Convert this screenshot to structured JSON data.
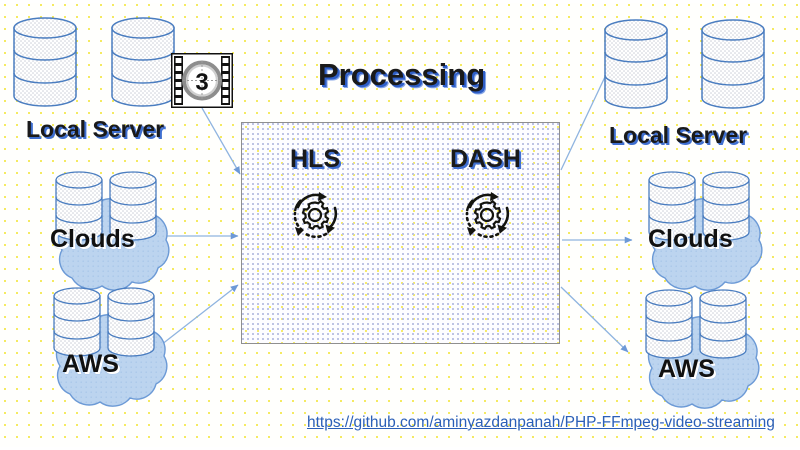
{
  "diagram": {
    "title": "Processing",
    "background_color": "#fffffd",
    "accent_color": "#3f6fd0",
    "cloud_color": "#bcd4ef",
    "box_border_color": "#8f8f8f"
  },
  "processing": {
    "title": "Processing",
    "formats": [
      {
        "label": "HLS",
        "icon": "gear-refresh-icon"
      },
      {
        "label": "DASH",
        "icon": "gear-refresh-icon"
      }
    ]
  },
  "source": {
    "video_icon": {
      "name": "film-countdown-icon",
      "frame_number": "3"
    },
    "nodes": [
      {
        "id": "local-server-left",
        "label": "Local Server",
        "type": "database-stack",
        "cylinders": 2
      },
      {
        "id": "clouds-left",
        "label": "Clouds",
        "type": "cloud-storage",
        "cylinders": 2
      },
      {
        "id": "aws-left",
        "label": "AWS",
        "type": "cloud-storage",
        "cylinders": 2
      }
    ]
  },
  "destination": {
    "nodes": [
      {
        "id": "local-server-right",
        "label": "Local Server",
        "type": "database-stack",
        "cylinders": 2
      },
      {
        "id": "clouds-right",
        "label": "Clouds",
        "type": "cloud-storage",
        "cylinders": 2
      },
      {
        "id": "aws-right",
        "label": "AWS",
        "type": "cloud-storage",
        "cylinders": 2
      }
    ]
  },
  "footer": {
    "url": "https://github.com/aminyazdanpanah/PHP-FFmpeg-video-streaming"
  }
}
